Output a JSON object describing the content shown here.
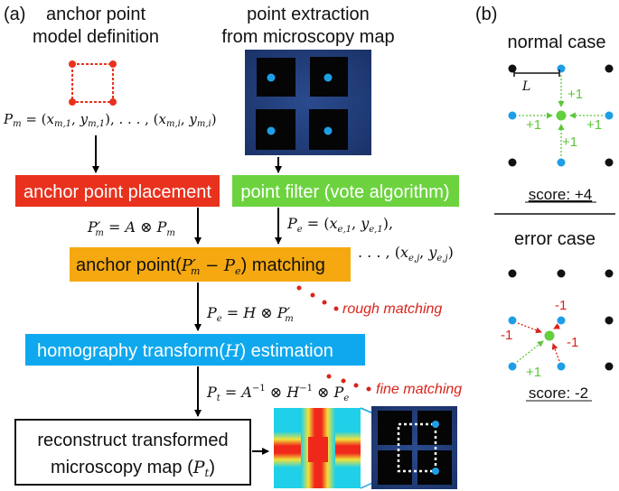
{
  "panel_a": {
    "label": "(a)",
    "header_left_line1": "anchor point",
    "header_left_line2": "model definition",
    "header_right_line1": "point extraction",
    "header_right_line2": "from microscopy map",
    "pm_formula": "P_m = (x_{m,1}, y_{m,1}), . . . , (x_{m,i}, y_{m,i})",
    "box_anchor_placement": "anchor point placement",
    "box_point_filter": "point filter (vote algorithm)",
    "pm_prime_formula": "P'_m = A ⊗ P_m",
    "pe_formula_line1": "P_e = (x_{e,1}, y_{e,1}),",
    "pe_formula_line2": ". . . , (x_{e,j}, y_{e,j})",
    "box_matching": "anchor point(P'_m − P_e) matching",
    "pe_h_formula": "P_e = H ⊗ P'_m",
    "rough_matching": "rough matching",
    "box_homography": "homography transform(H) estimation",
    "pt_formula": "P_t = A^{-1} ⊗ H^{-1} ⊗ P_e",
    "fine_matching": "fine matching",
    "box_reconstruct_line1": "reconstruct transformed",
    "box_reconstruct_line2": "microscopy map (P_t)"
  },
  "panel_b": {
    "label": "(b)",
    "normal_title": "normal case",
    "normal_length_label": "L",
    "normal_votes": [
      "+1",
      "+1",
      "+1",
      "+1"
    ],
    "normal_score": "score: +4",
    "error_title": "error case",
    "error_votes": [
      "-1",
      "-1",
      "-1",
      "+1"
    ],
    "error_score": "score: -2"
  },
  "colors": {
    "red": "#e8321e",
    "green": "#6cd33f",
    "orange": "#f5a80f",
    "blue": "#0fa8ee",
    "point_blue": "#1f9ee6",
    "point_green": "#62cf3f",
    "annotation_red": "#d9241c",
    "vote_green": "#5cc63a"
  }
}
